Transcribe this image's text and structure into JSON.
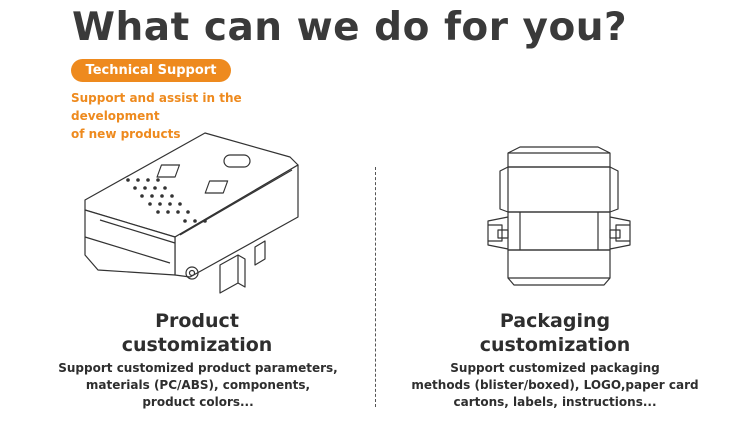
{
  "heading": "What can we do for you?",
  "badge": "Technical Support",
  "subheading": {
    "line1": "Support and assist in the development",
    "line2": "of new products"
  },
  "columns": [
    {
      "title_line1": "Product",
      "title_line2": "customization",
      "desc_line1": "Support customized product parameters,",
      "desc_line2": "materials (PC/ABS), components,",
      "desc_line3": "product colors..."
    },
    {
      "title_line1": "Packaging",
      "title_line2": "customization",
      "desc_line1": "Support customized packaging",
      "desc_line2": "methods (blister/boxed), LOGO,paper card",
      "desc_line3": "cartons, labels, instructions..."
    }
  ],
  "colors": {
    "accent": "#ee8a1e",
    "text": "#2e2e2e",
    "line": "#333333"
  }
}
